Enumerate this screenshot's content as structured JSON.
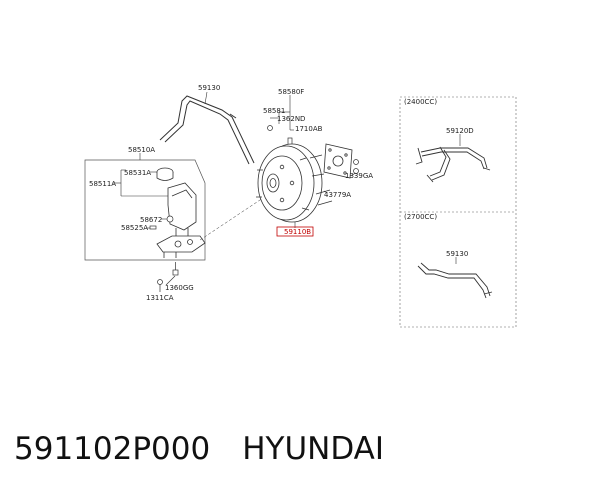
{
  "parts": {
    "p59130": "59130",
    "p58580F": "58580F",
    "p58581": "58581",
    "p1362ND": "1362ND",
    "p1710AB": "1710AB",
    "p58510A": "58510A",
    "p58531A": "58531A",
    "p58511A": "58511A",
    "p58672": "58672",
    "p58525A": "58525A",
    "p1360GG": "1360GG",
    "p1311CA": "1311CA",
    "p1339GA": "1339GA",
    "p43779A": "43779A",
    "p59110B": "59110B"
  },
  "variants": [
    {
      "label": "(2400CC)",
      "part": "59120D"
    },
    {
      "label": "(2700CC)",
      "part": "59130"
    }
  ],
  "highlight_color": "#c00000",
  "footer": {
    "part_number": "591102P000",
    "brand": "HYUNDAI"
  }
}
